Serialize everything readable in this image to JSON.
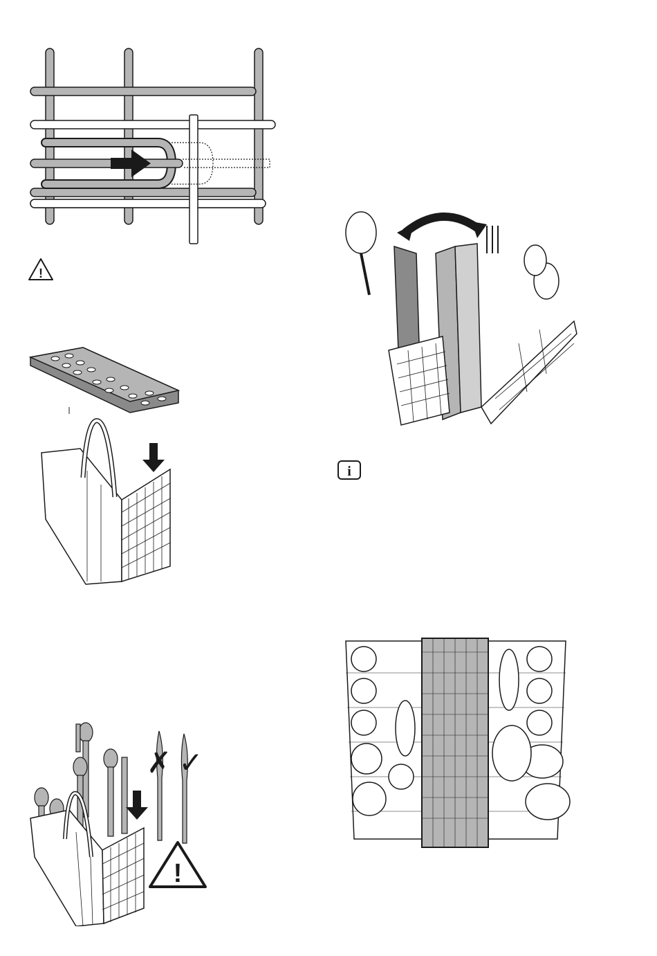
{
  "figures": {
    "wire_rack": {
      "icon": "wire-rack-slide-illustration"
    },
    "warning_small": {
      "icon": "warning-triangle-icon",
      "glyph": "!"
    },
    "insert_grid": {
      "icon": "cutlery-grid-insert-illustration"
    },
    "basket_insert": {
      "icon": "basket-insert-illustration"
    },
    "fold_basket": {
      "icon": "folding-cutlery-basket-illustration"
    },
    "info": {
      "icon": "info-icon",
      "glyph": "i"
    },
    "cutlery_basket": {
      "icon": "loaded-cutlery-basket-illustration"
    },
    "knives": {
      "icon": "knife-orientation-illustration",
      "wrong_mark": "✗",
      "right_mark": "✓"
    },
    "warning_big": {
      "icon": "warning-triangle-icon",
      "glyph": "!"
    },
    "rack_top": {
      "icon": "loaded-rack-top-view-illustration"
    }
  },
  "colors": {
    "stroke": "#1a1a1a",
    "fill_gray": "#b5b5b5",
    "fill_dark": "#8a8a8a",
    "paper": "#ffffff"
  }
}
